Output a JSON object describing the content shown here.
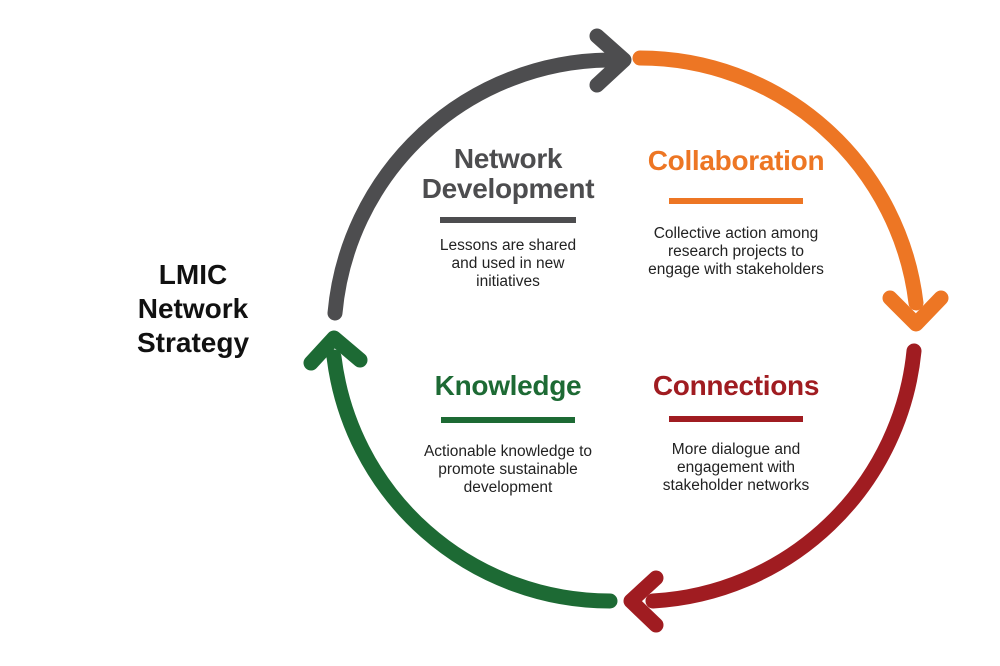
{
  "diagram": {
    "side_title": [
      "LMIC",
      "Network",
      "Strategy"
    ],
    "colors": {
      "network": "#4d4d4f",
      "collaboration": "#ed7624",
      "connections": "#a01c21",
      "knowledge": "#1d6a34"
    },
    "stages": {
      "network": {
        "title": [
          "Network",
          "Development"
        ],
        "description": [
          "Lessons are shared",
          "and used in new",
          "initiatives"
        ]
      },
      "collaboration": {
        "title": [
          "Collaboration"
        ],
        "description": [
          "Collective action among",
          "research projects to",
          "engage with stakeholders"
        ]
      },
      "knowledge": {
        "title": [
          "Knowledge"
        ],
        "description": [
          "Actionable knowledge to",
          "promote sustainable",
          "development"
        ]
      },
      "connections": {
        "title": [
          "Connections"
        ],
        "description": [
          "More dialogue and",
          "engagement with",
          "stakeholder networks"
        ]
      }
    }
  }
}
